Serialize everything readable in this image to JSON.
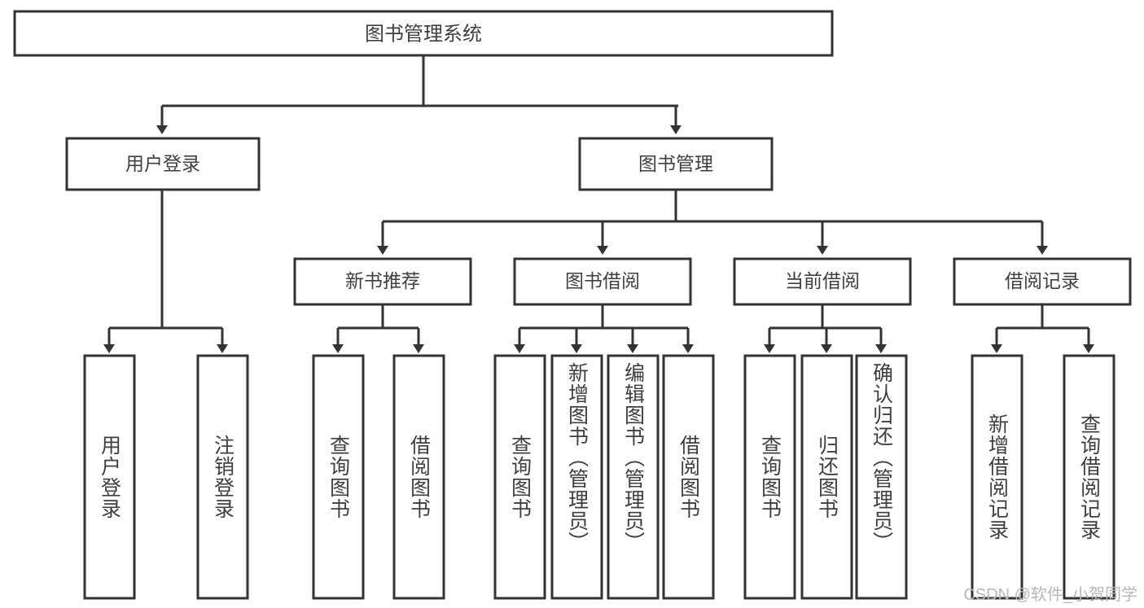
{
  "diagram": {
    "title": "图书管理系统",
    "type": "hierarchy-tree",
    "watermark": "CSDN @软件_小贺同学",
    "colors": {
      "stroke": "#333333",
      "fill": "#ffffff",
      "text": "#3f3f3f",
      "watermark": "#b8b8b8",
      "background": "#ffffff"
    },
    "levels": {
      "root": {
        "label": "图书管理系统"
      },
      "level2": [
        {
          "label": "用户登录"
        },
        {
          "label": "图书管理"
        }
      ],
      "level3": [
        {
          "label": "新书推荐"
        },
        {
          "label": "图书借阅"
        },
        {
          "label": "当前借阅"
        },
        {
          "label": "借阅记录"
        }
      ],
      "leaves": [
        {
          "label": "用户登录",
          "parent": "用户登录"
        },
        {
          "label": "注销登录",
          "parent": "用户登录"
        },
        {
          "label": "查询图书",
          "parent": "新书推荐"
        },
        {
          "label": "借阅图书",
          "parent": "新书推荐"
        },
        {
          "label": "查询图书",
          "parent": "图书借阅"
        },
        {
          "label": "新增图书（管理员）",
          "parent": "图书借阅"
        },
        {
          "label": "编辑图书（管理员）",
          "parent": "图书借阅"
        },
        {
          "label": "借阅图书",
          "parent": "图书借阅"
        },
        {
          "label": "查询图书",
          "parent": "当前借阅"
        },
        {
          "label": "归还图书",
          "parent": "当前借阅"
        },
        {
          "label": "确认归还（管理员）",
          "parent": "当前借阅"
        },
        {
          "label": "新增借阅记录",
          "parent": "借阅记录"
        },
        {
          "label": "查询借阅记录",
          "parent": "借阅记录"
        }
      ]
    }
  }
}
